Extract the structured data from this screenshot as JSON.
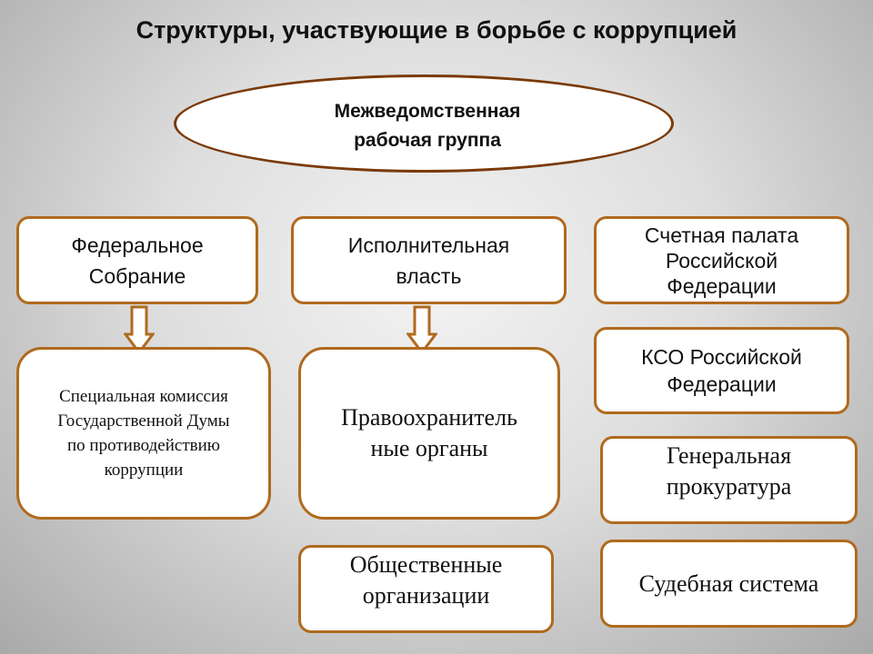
{
  "title": "Структуры, участвующие в борьбе с коррупцией",
  "oval": {
    "lines": [
      "Межведомственная",
      "рабочая  группа"
    ]
  },
  "boxes": {
    "federal_assembly": [
      "Федеральное",
      "Собрание"
    ],
    "executive": [
      "Исполнительная",
      "власть"
    ],
    "accounts_chamber": [
      "Счетная палата",
      "Российской",
      "Федерации"
    ],
    "duma_commission": [
      "Специальная комиссия",
      "Государственной Думы",
      "по противодействию",
      "коррупции"
    ],
    "law_enforcement": [
      "Правоохранитель",
      "ные органы"
    ],
    "kso": [
      "КСО  Российской",
      "Федерации"
    ],
    "prosecutor": [
      "Генеральная",
      "прокуратура"
    ],
    "public_orgs": [
      "Общественные",
      "организации"
    ],
    "judicial": [
      "Судебная система"
    ]
  },
  "colors": {
    "border": "#b06a1e",
    "oval_border": "#7a3a08",
    "arrow_fill": "#ffffff",
    "arrow_stroke": "#b06a1e"
  }
}
